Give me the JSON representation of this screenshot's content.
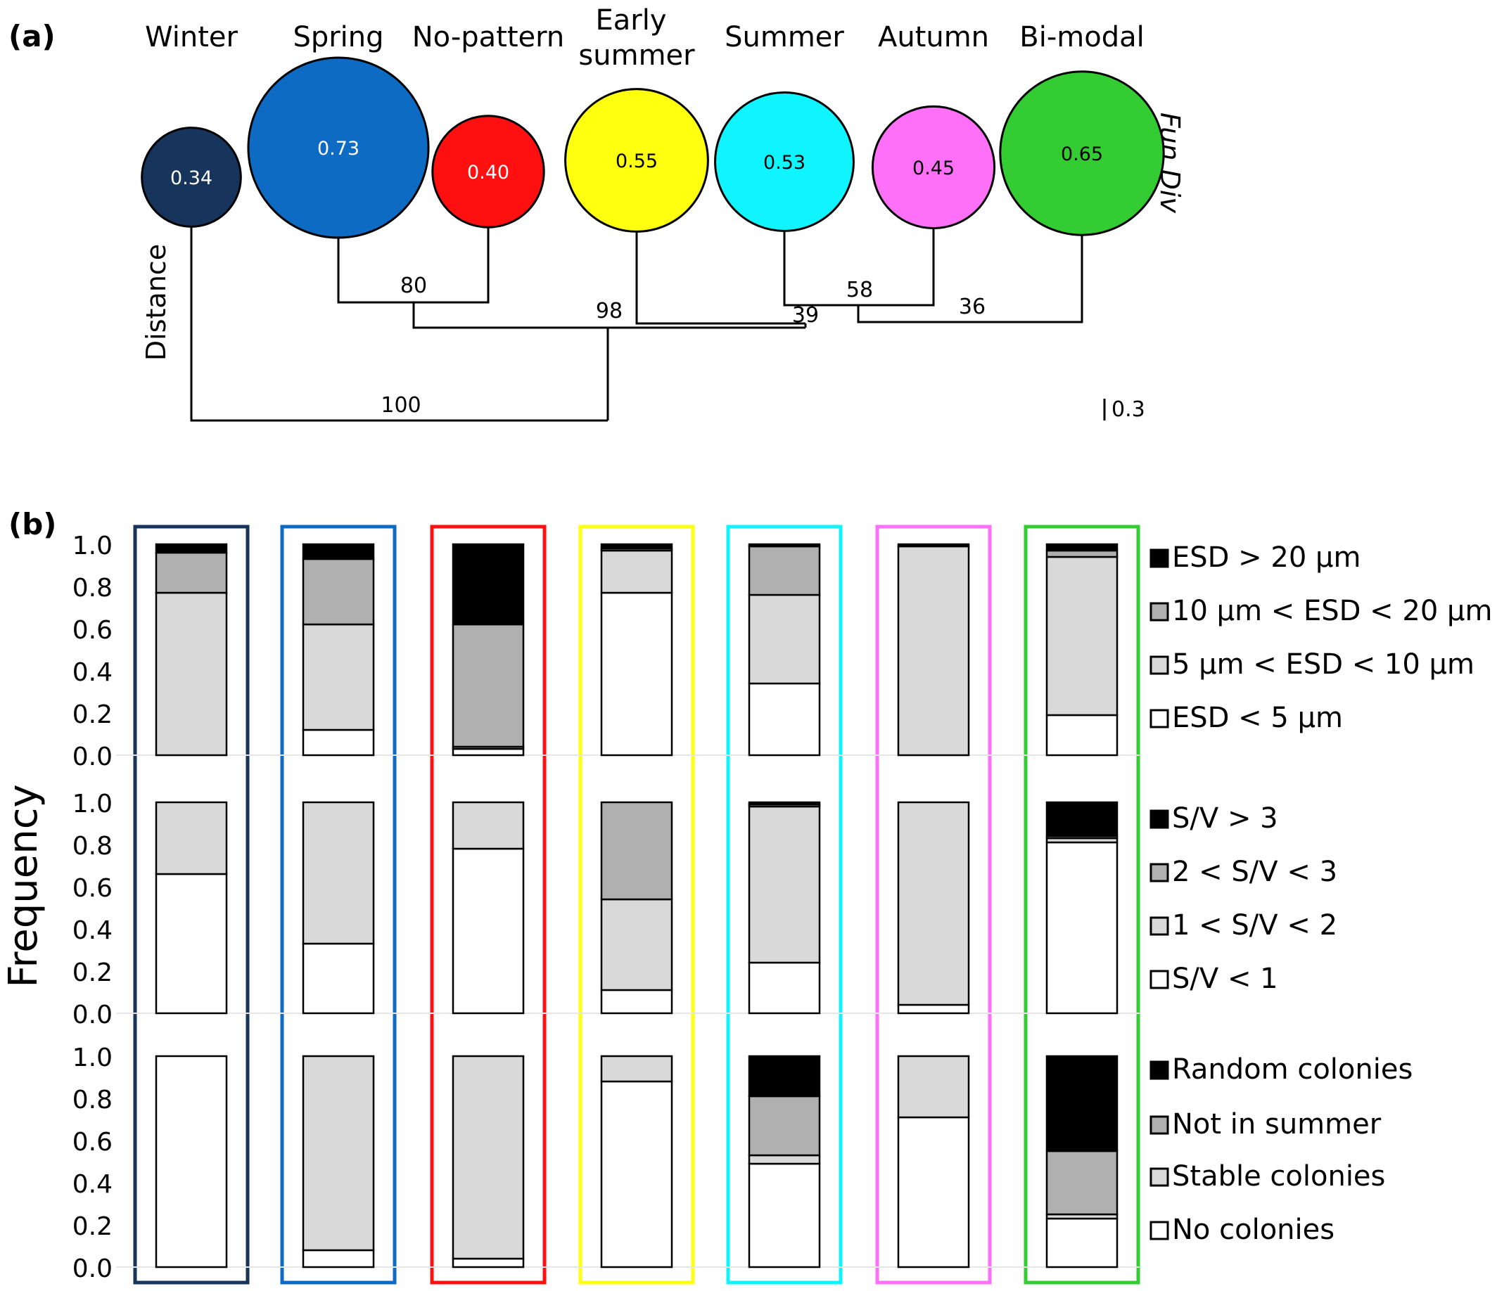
{
  "panel_a": {
    "label": "(a)",
    "side_label": "Fun Div",
    "axis_label": "Distance",
    "scale_bar_label": "0.3",
    "groups": [
      {
        "name": "Winter",
        "lines": [
          "Winter"
        ],
        "fun_div": 0.34,
        "fun_div_label": "0.34",
        "color": "#17345c",
        "text_color": "#ffffff"
      },
      {
        "name": "Spring",
        "lines": [
          "Spring"
        ],
        "fun_div": 0.73,
        "fun_div_label": "0.73",
        "color": "#0d6bc4",
        "text_color": "#ffffff"
      },
      {
        "name": "No-pattern",
        "lines": [
          "No-pattern"
        ],
        "fun_div": 0.4,
        "fun_div_label": "0.40",
        "color": "#ff1010",
        "text_color": "#ffffff"
      },
      {
        "name": "Early summer",
        "lines": [
          "Early",
          "summer"
        ],
        "fun_div": 0.55,
        "fun_div_label": "0.55",
        "color": "#ffff10",
        "text_color": "#000000"
      },
      {
        "name": "Summer",
        "lines": [
          "Summer"
        ],
        "fun_div": 0.53,
        "fun_div_label": "0.53",
        "color": "#10f4ff",
        "text_color": "#000000"
      },
      {
        "name": "Autumn",
        "lines": [
          "Autumn"
        ],
        "fun_div": 0.45,
        "fun_div_label": "0.45",
        "color": "#ff70f8",
        "text_color": "#000000"
      },
      {
        "name": "Bi-modal",
        "lines": [
          "Bi-modal"
        ],
        "fun_div": 0.65,
        "fun_div_label": "0.65",
        "color": "#33cc33",
        "text_color": "#000000"
      }
    ],
    "bootstrap_labels": [
      "80",
      "98",
      "58",
      "39",
      "36",
      "100"
    ]
  },
  "panel_b": {
    "label": "(b)",
    "ylabel": "Frequency",
    "rows": [
      {
        "legend": [
          "ESD > 20 µm",
          "10 µm < ESD < 20 µm",
          "5 µm < ESD < 10 µm",
          "ESD < 5 µm"
        ],
        "bars": [
          [
            0,
            0.77,
            0.19,
            0.04
          ],
          [
            0.12,
            0.5,
            0.31,
            0.07
          ],
          [
            0.03,
            0.01,
            0.58,
            0.38
          ],
          [
            0.77,
            0.2,
            0.01,
            0.02
          ],
          [
            0.34,
            0.42,
            0.23,
            0.01
          ],
          [
            0,
            0.99,
            0,
            0.01
          ],
          [
            0.19,
            0.75,
            0.03,
            0.03
          ]
        ]
      },
      {
        "legend": [
          "S/V > 3",
          "2 < S/V < 3",
          "1 < S/V < 2",
          "S/V < 1"
        ],
        "bars": [
          [
            0.66,
            0.34,
            0,
            0
          ],
          [
            0.33,
            0.67,
            0,
            0
          ],
          [
            0.78,
            0.22,
            0,
            0
          ],
          [
            0.11,
            0.43,
            0.46,
            0
          ],
          [
            0.24,
            0.74,
            0.01,
            0.01
          ],
          [
            0.04,
            0.96,
            0,
            0
          ],
          [
            0.81,
            0.02,
            0.01,
            0.16
          ]
        ]
      },
      {
        "legend": [
          "Random colonies",
          "Not in summer",
          "Stable colonies",
          "No colonies"
        ],
        "bars": [
          [
            1.0,
            0,
            0,
            0
          ],
          [
            0.08,
            0.92,
            0,
            0
          ],
          [
            0.04,
            0.96,
            0,
            0
          ],
          [
            0.88,
            0.12,
            0,
            0
          ],
          [
            0.49,
            0.04,
            0.28,
            0.19
          ],
          [
            0.71,
            0.29,
            0,
            0
          ],
          [
            0.23,
            0.02,
            0.3,
            0.45
          ]
        ]
      }
    ],
    "ticks": [
      "0.0",
      "0.2",
      "0.4",
      "0.6",
      "0.8",
      "1.0"
    ]
  },
  "chart_data": {
    "type": "bar",
    "stacked": true,
    "categories": [
      "Winter",
      "Spring",
      "No-pattern",
      "Early summer",
      "Summer",
      "Autumn",
      "Bi-modal"
    ],
    "ylabel": "Frequency",
    "ylim": [
      0,
      1
    ],
    "fun_div": [
      0.34,
      0.73,
      0.4,
      0.55,
      0.53,
      0.45,
      0.65
    ],
    "series_fill_colors": [
      "#ffffff",
      "#d9d9d9",
      "#b0b0b0",
      "#000000"
    ],
    "panels": [
      {
        "series": [
          {
            "name": "ESD < 5 µm",
            "values": [
              0,
              0.12,
              0.03,
              0.77,
              0.34,
              0,
              0.19
            ]
          },
          {
            "name": "5 µm < ESD < 10 µm",
            "values": [
              0.77,
              0.5,
              0.01,
              0.2,
              0.42,
              0.99,
              0.75
            ]
          },
          {
            "name": "10 µm < ESD < 20 µm",
            "values": [
              0.19,
              0.31,
              0.58,
              0.01,
              0.23,
              0,
              0.03
            ]
          },
          {
            "name": "ESD > 20 µm",
            "values": [
              0.04,
              0.07,
              0.38,
              0.02,
              0.01,
              0.01,
              0.03
            ]
          }
        ]
      },
      {
        "series": [
          {
            "name": "S/V < 1",
            "values": [
              0.66,
              0.33,
              0.78,
              0.11,
              0.24,
              0.04,
              0.81
            ]
          },
          {
            "name": "1 < S/V < 2",
            "values": [
              0.34,
              0.67,
              0.22,
              0.43,
              0.74,
              0.96,
              0.02
            ]
          },
          {
            "name": "2 < S/V < 3",
            "values": [
              0,
              0,
              0,
              0.46,
              0.01,
              0,
              0.01
            ]
          },
          {
            "name": "S/V > 3",
            "values": [
              0,
              0,
              0,
              0,
              0.01,
              0,
              0.16
            ]
          }
        ]
      },
      {
        "series": [
          {
            "name": "No colonies",
            "values": [
              1.0,
              0.08,
              0.04,
              0.88,
              0.49,
              0.71,
              0.23
            ]
          },
          {
            "name": "Stable colonies",
            "values": [
              0,
              0.92,
              0.96,
              0.12,
              0.04,
              0.29,
              0.02
            ]
          },
          {
            "name": "Not in summer",
            "values": [
              0,
              0,
              0,
              0,
              0.28,
              0,
              0.3
            ]
          },
          {
            "name": "Random colonies",
            "values": [
              0,
              0,
              0,
              0,
              0.19,
              0,
              0.45
            ]
          }
        ]
      }
    ]
  }
}
